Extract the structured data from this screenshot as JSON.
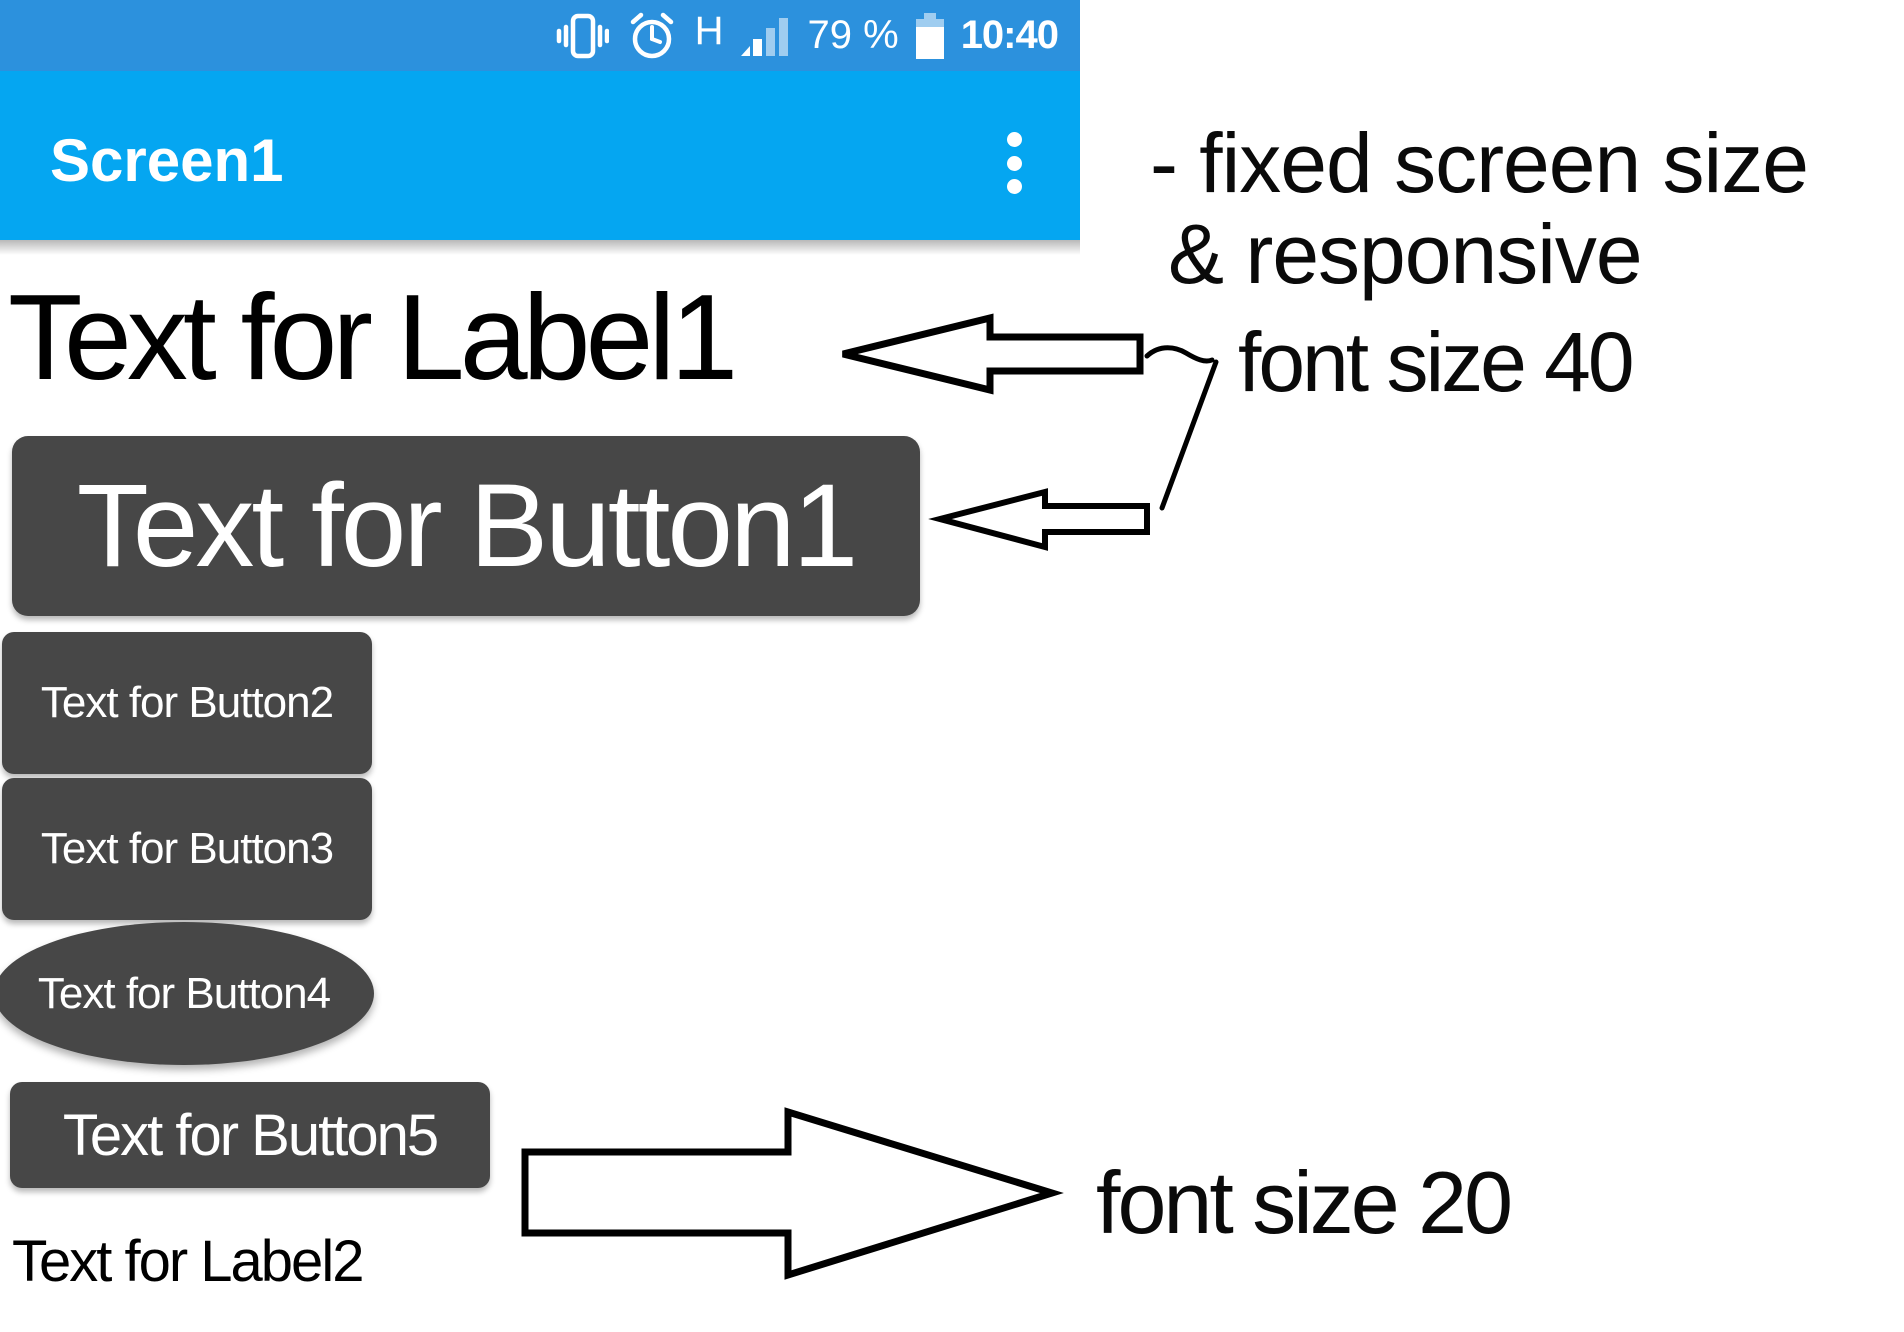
{
  "status_bar": {
    "network_mode": "H",
    "battery_percent": "79 %",
    "time": "10:40",
    "icons": [
      "vibrate-icon",
      "alarm-icon",
      "signal-strength-icon",
      "battery-icon"
    ]
  },
  "app_bar": {
    "title": "Screen1",
    "overflow_menu_icon": "three-dot-menu"
  },
  "content": {
    "label1": "Text for Label1",
    "button1": "Text for Button1",
    "button2": "Text for Button2",
    "button3": "Text for Button3",
    "button4": "Text for Button4",
    "button5": "Text for Button5",
    "label2": "Text for Label2"
  },
  "annotations": {
    "note_line1": "- fixed screen size",
    "note_line2": "& responsive",
    "font_size_40": "font size 40",
    "font_size_20": "font size 20",
    "arrows": [
      "arrow-left-to-label1",
      "arrow-left-to-button1",
      "arrow-right-from-button5"
    ]
  },
  "colors": {
    "status_bar_bg": "#2C91DD",
    "app_bar_bg": "#05A6F1",
    "button_bg": "#474747",
    "button_text": "#FFFFFF",
    "label_text": "#000000",
    "annotation_text": "#0A0A0A"
  }
}
